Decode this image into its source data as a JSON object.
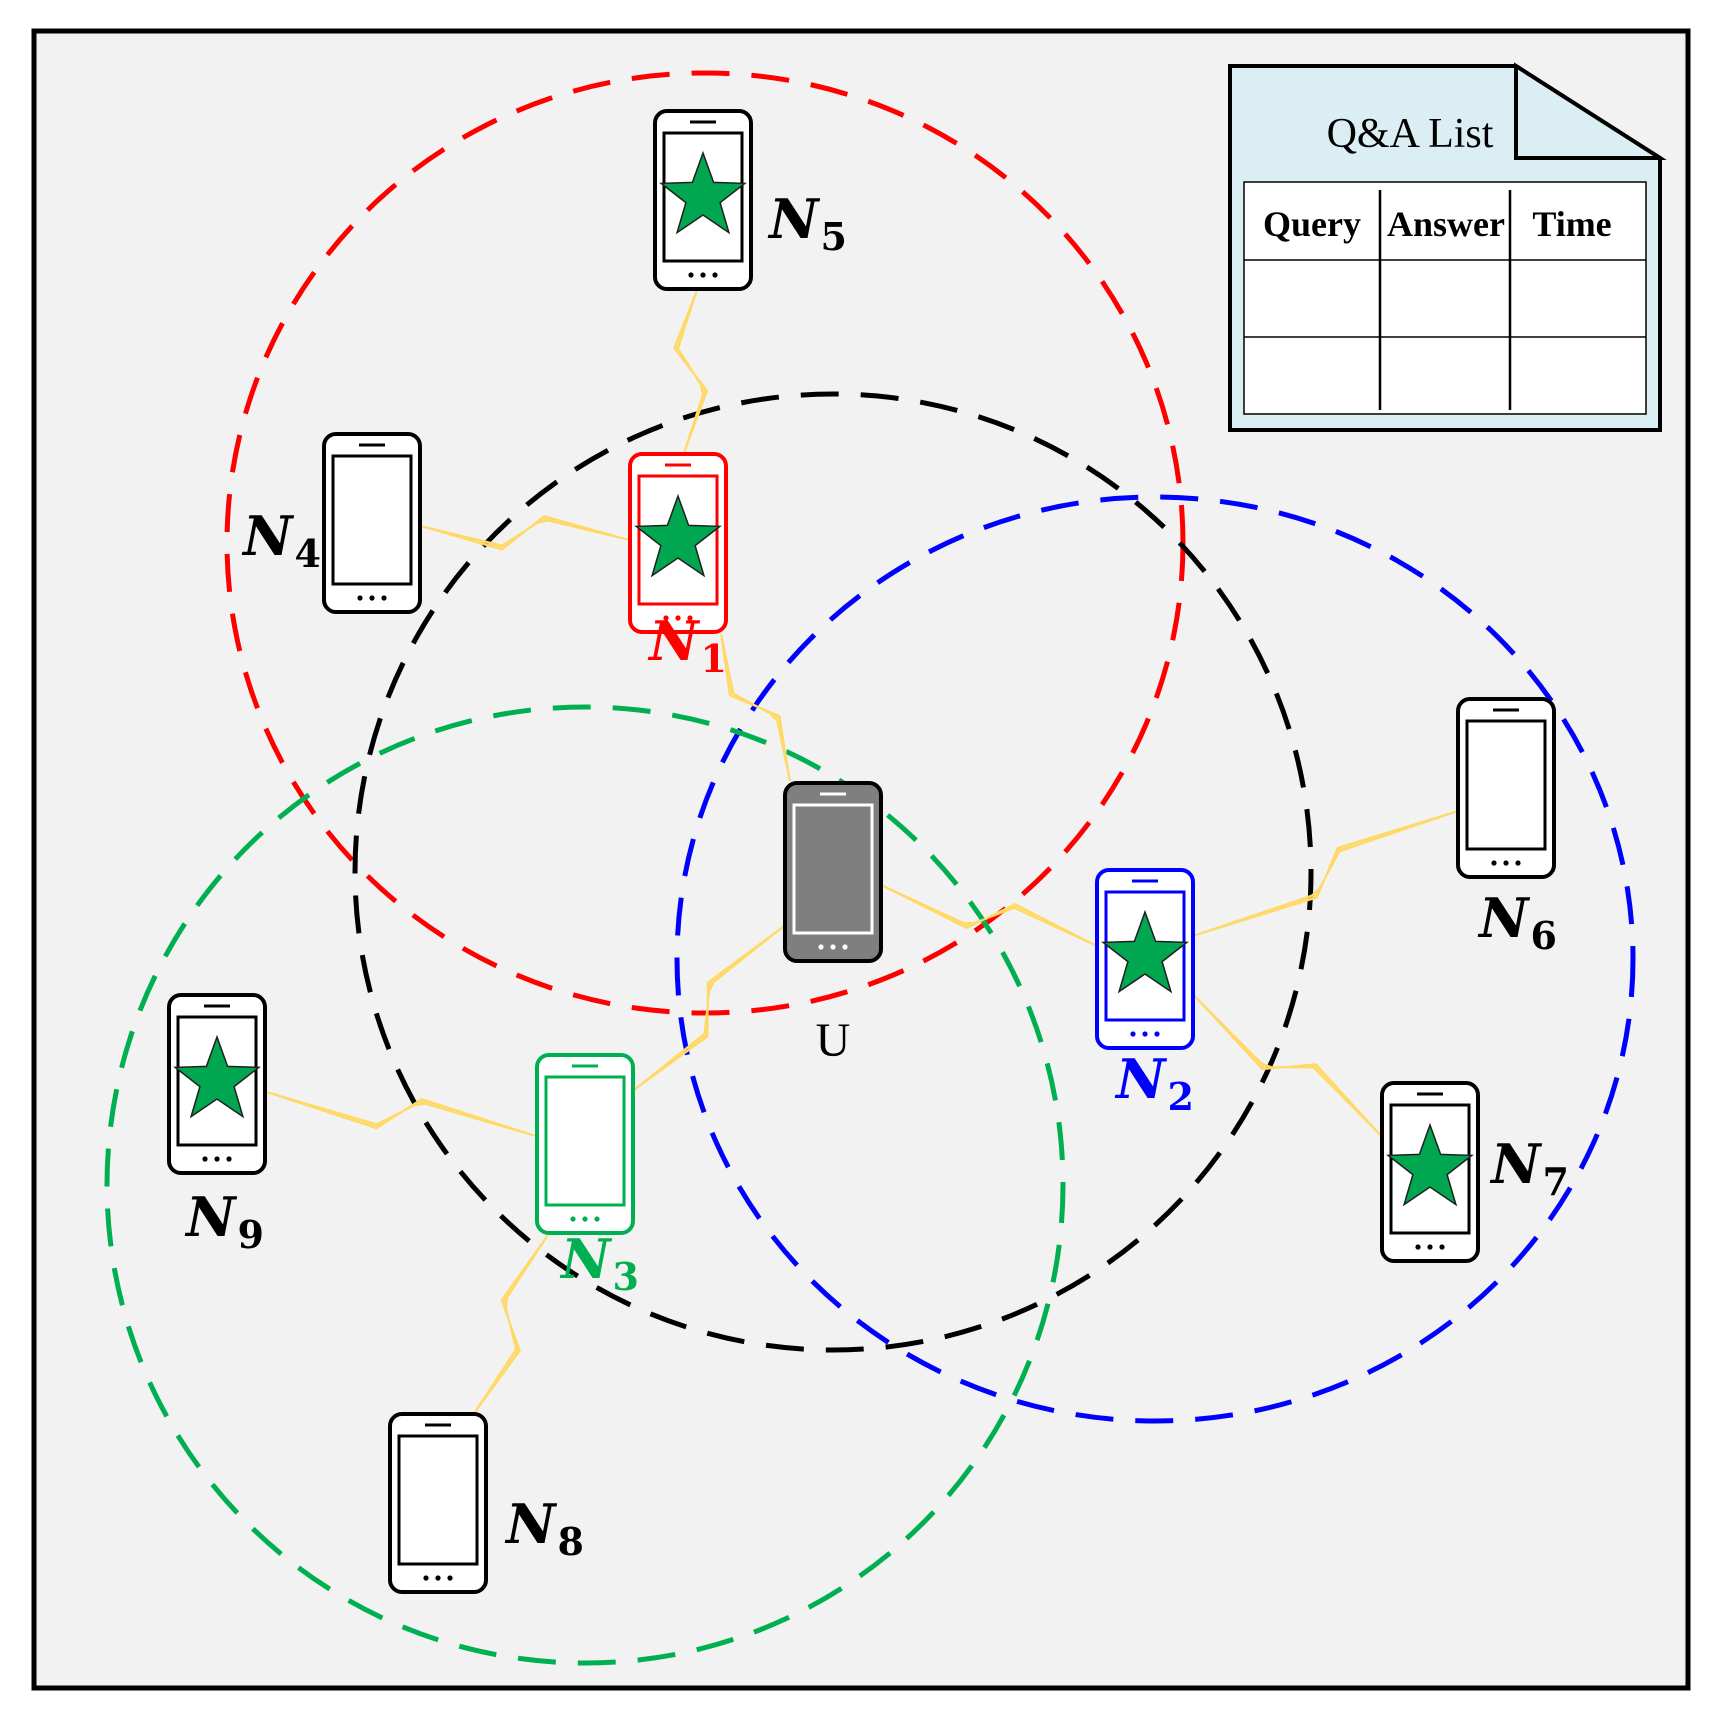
{
  "diagram": {
    "background": "#f2f2f2",
    "border_color": "#000000",
    "colors": {
      "red": "#ff0000",
      "blue": "#0000ff",
      "green": "#00b050",
      "black": "#000000",
      "star": "#00a650",
      "lightning": "#ffd966",
      "user_phone": "#7f7f7f",
      "qa_fill": "#daeef3"
    },
    "range_circles": [
      {
        "id": "range-n1",
        "color": "red"
      },
      {
        "id": "range-u",
        "color": "black"
      },
      {
        "id": "range-n2",
        "color": "blue"
      },
      {
        "id": "range-n3",
        "color": "green"
      }
    ],
    "nodes": [
      {
        "id": "U",
        "label": "U",
        "sub": "",
        "color": "black",
        "star": false,
        "filled": true
      },
      {
        "id": "N1",
        "label": "N",
        "sub": "1",
        "color": "red",
        "star": true,
        "filled": false
      },
      {
        "id": "N2",
        "label": "N",
        "sub": "2",
        "color": "blue",
        "star": true,
        "filled": false
      },
      {
        "id": "N3",
        "label": "N",
        "sub": "3",
        "color": "green",
        "star": false,
        "filled": false
      },
      {
        "id": "N4",
        "label": "N",
        "sub": "4",
        "color": "black",
        "star": false,
        "filled": false
      },
      {
        "id": "N5",
        "label": "N",
        "sub": "5",
        "color": "black",
        "star": true,
        "filled": false
      },
      {
        "id": "N6",
        "label": "N",
        "sub": "6",
        "color": "black",
        "star": false,
        "filled": false
      },
      {
        "id": "N7",
        "label": "N",
        "sub": "7",
        "color": "black",
        "star": true,
        "filled": false
      },
      {
        "id": "N8",
        "label": "N",
        "sub": "8",
        "color": "black",
        "star": false,
        "filled": false
      },
      {
        "id": "N9",
        "label": "N",
        "sub": "9",
        "color": "black",
        "star": true,
        "filled": false
      }
    ],
    "links": [
      [
        "U",
        "N1"
      ],
      [
        "U",
        "N2"
      ],
      [
        "U",
        "N3"
      ],
      [
        "N1",
        "N4"
      ],
      [
        "N1",
        "N5"
      ],
      [
        "N2",
        "N6"
      ],
      [
        "N2",
        "N7"
      ],
      [
        "N3",
        "N8"
      ],
      [
        "N3",
        "N9"
      ]
    ],
    "qa_list": {
      "title": "Q&A List",
      "headers": [
        "Query",
        "Answer",
        "Time"
      ],
      "rows": [
        [
          "",
          "",
          ""
        ],
        [
          "",
          "",
          ""
        ]
      ]
    }
  }
}
